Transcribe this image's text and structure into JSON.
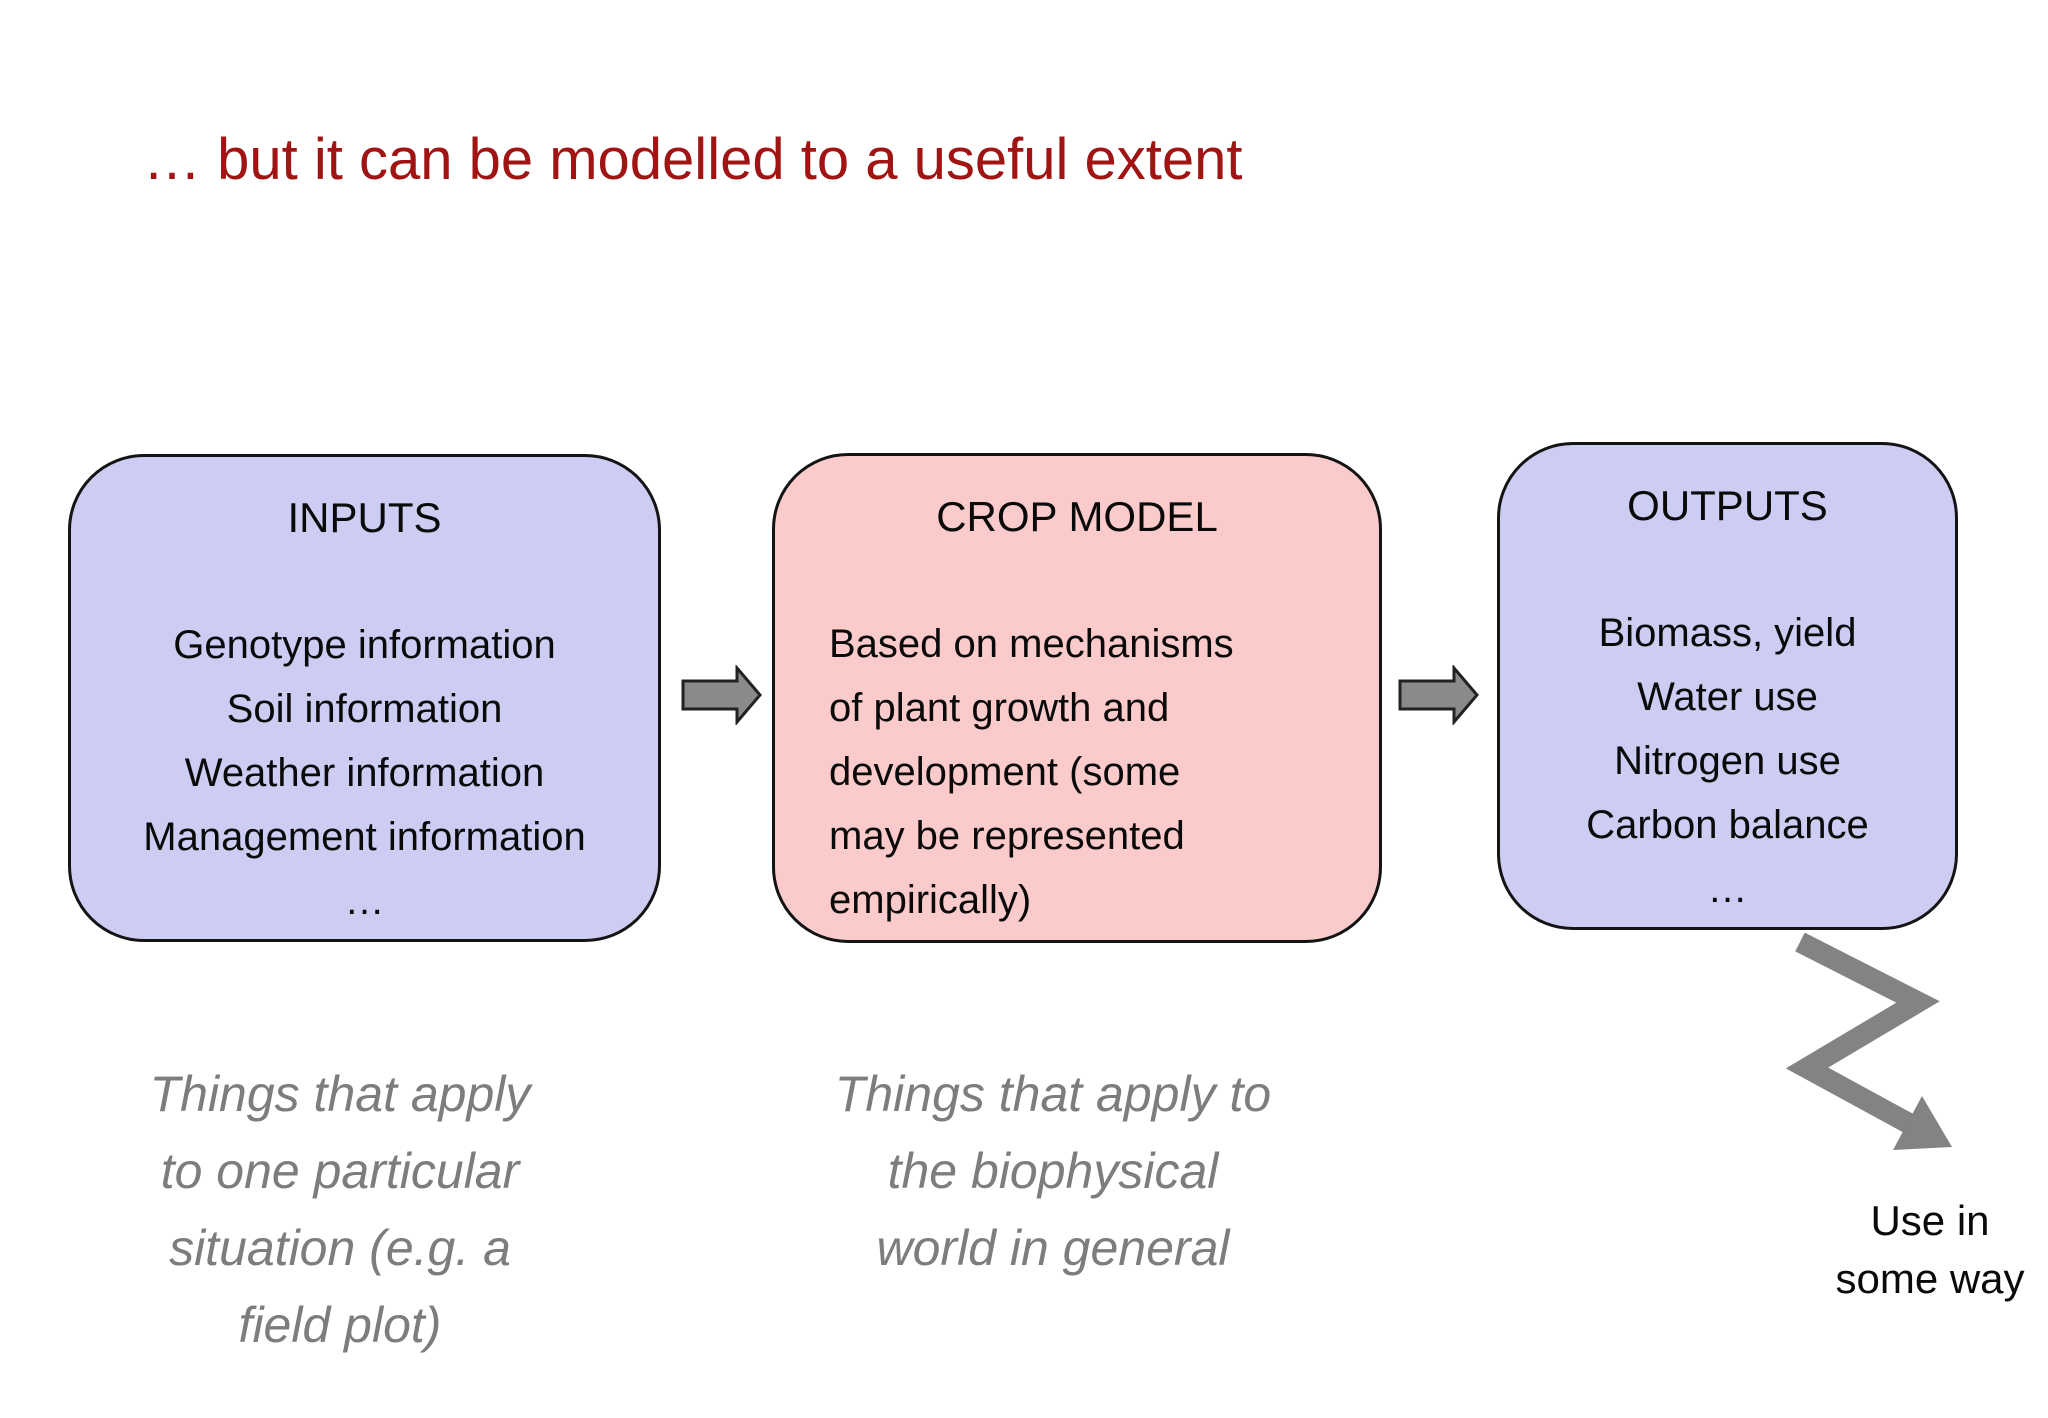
{
  "title": "… but it can be modelled to a useful extent",
  "boxes": {
    "inputs": {
      "heading": "INPUTS",
      "lines": [
        "Genotype information",
        "Soil information",
        "Weather information",
        "Management information",
        "…"
      ]
    },
    "crop_model": {
      "heading": "CROP MODEL",
      "lines": [
        "Based on mechanisms",
        "of plant growth and",
        "development (some",
        "may be represented",
        "empirically)"
      ]
    },
    "outputs": {
      "heading": "OUTPUTS",
      "lines": [
        "Biomass, yield",
        "Water use",
        "Nitrogen use",
        "Carbon balance",
        "…"
      ]
    }
  },
  "captions": {
    "inputs": {
      "lines": [
        "Things that apply",
        "to one particular",
        "situation (e.g. a",
        "field plot)"
      ]
    },
    "crop_model": {
      "lines": [
        "Things that apply to",
        "the biophysical",
        "world in general"
      ]
    },
    "outputs": {
      "lines": [
        "Use in",
        "some way"
      ]
    }
  },
  "icons": {
    "flow_arrow_1": "right-block-arrow",
    "flow_arrow_2": "right-block-arrow",
    "zigzag": "zigzag-down-right-arrow"
  },
  "colors": {
    "title": "#a01414",
    "box_lavender": "#cdccf2",
    "box_pink": "#fbcaca",
    "box_border": "#141414",
    "caption_gray": "#7d7d7d",
    "arrow_fill": "#8a8a8a",
    "arrow_outline": "#222222",
    "zigzag": "#838383",
    "text": "#0a0a0a"
  }
}
